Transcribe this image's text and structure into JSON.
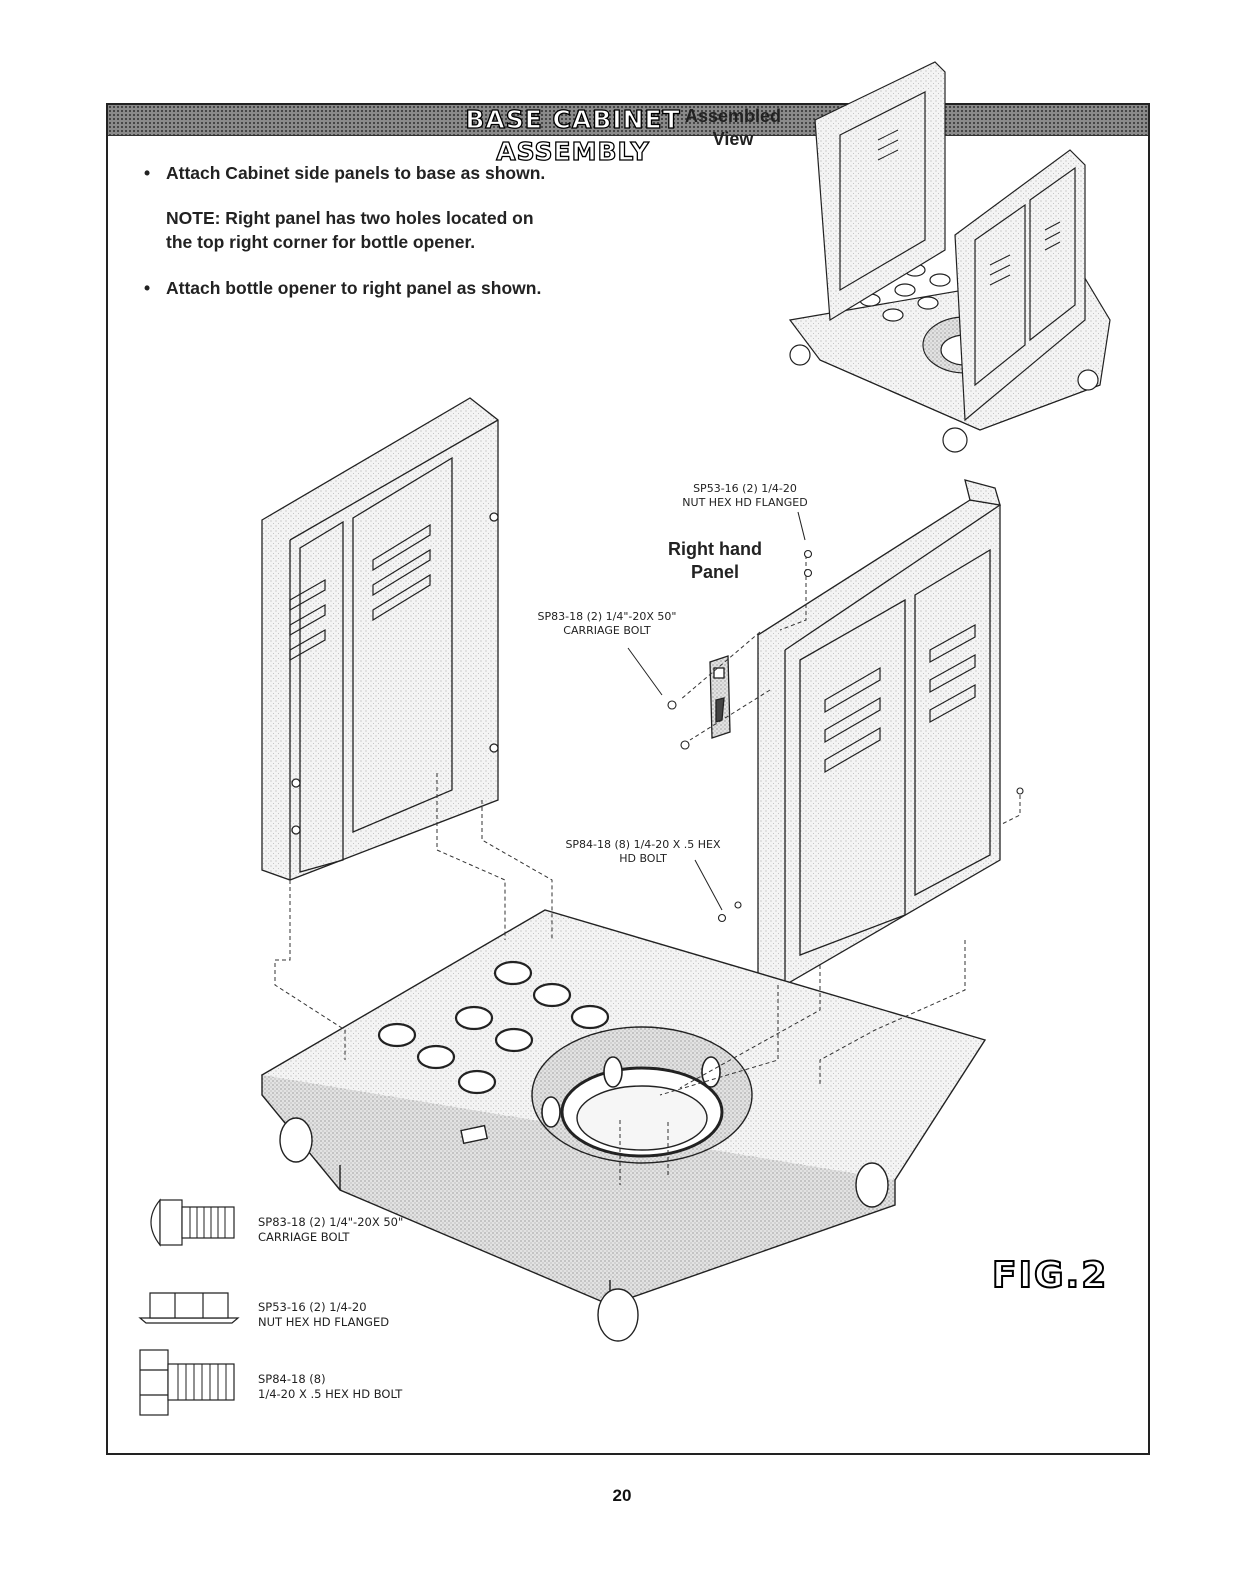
{
  "header": {
    "title": "BASE CABINET ASSEMBLY"
  },
  "instructions": {
    "step1": "Attach Cabinet side panels to base as shown.",
    "note_line1": "NOTE: Right panel has two holes located on",
    "note_line2": "the top right corner for bottle opener.",
    "step2": "Attach bottle opener to right panel as shown."
  },
  "assembled_view": {
    "line1": "Assembled",
    "line2": "View"
  },
  "callouts": {
    "nut_line1": "SP53-16 (2)  1/4-20",
    "nut_line2": "NUT HEX HD FLANGED",
    "right_panel_line1": "Right hand",
    "right_panel_line2": "Panel",
    "carriage_line1": "SP83-18 (2) 1/4\"-20X 50\"",
    "carriage_line2": "CARRIAGE BOLT",
    "hex_line1": "SP84-18  (8)  1/4-20 X .5 HEX",
    "hex_line2": "HD BOLT"
  },
  "legend": [
    {
      "line1": "SP83-18  (2) 1/4\"-20X 50\"",
      "line2": "CARRIAGE BOLT",
      "icon": "carriage-bolt-icon"
    },
    {
      "line1": "SP53-16  (2)  1/4-20",
      "line2": "NUT HEX HD FLANGED",
      "icon": "flanged-nut-icon"
    },
    {
      "line1": "SP84-18  (8)",
      "line2": "1/4-20 X .5 HEX HD BOLT",
      "icon": "hex-bolt-icon"
    }
  ],
  "figure_label": "FIG.2",
  "page_number": "20"
}
